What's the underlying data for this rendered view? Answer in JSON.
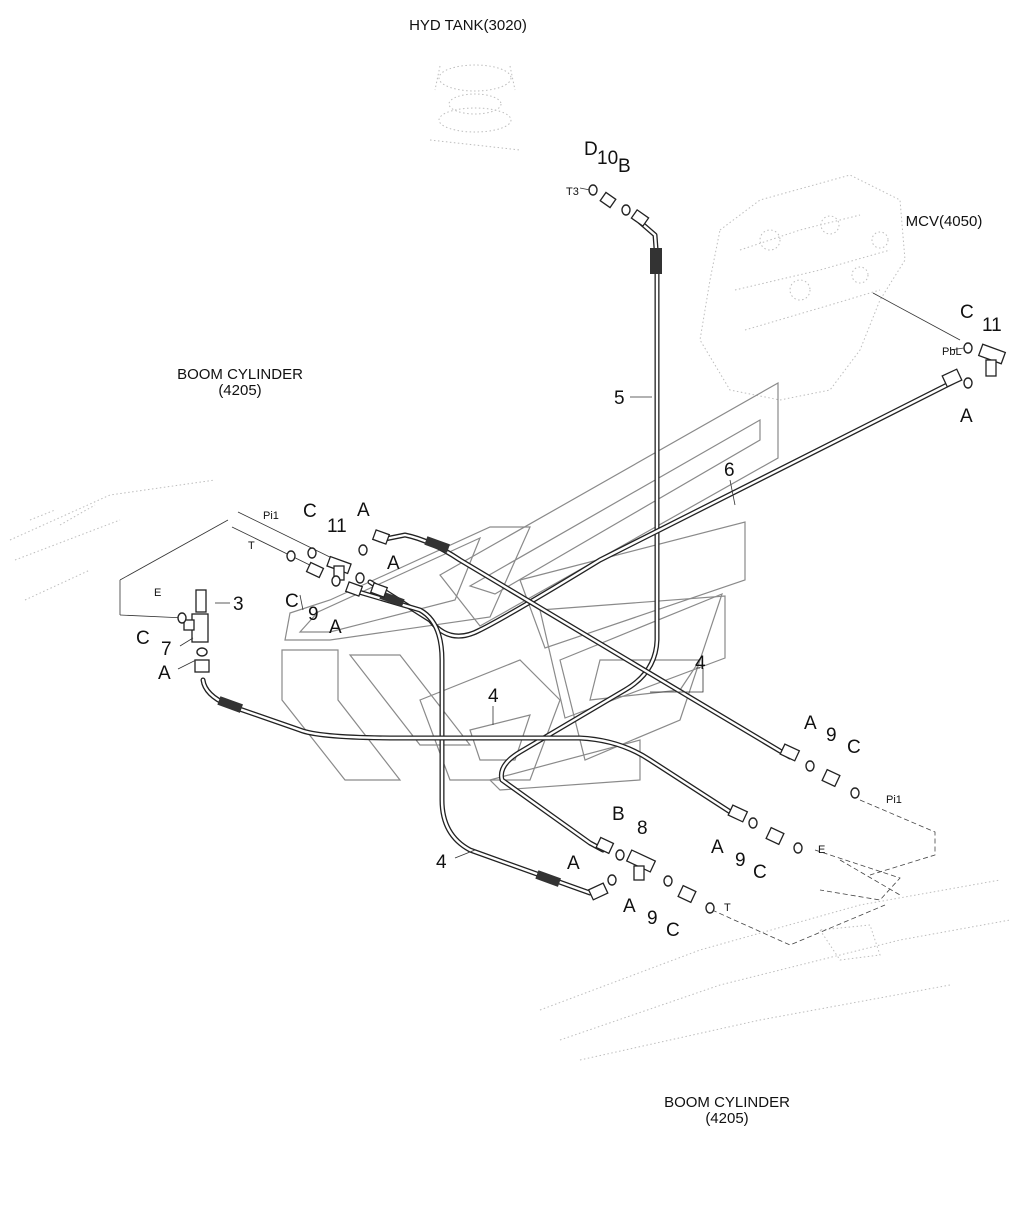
{
  "titles": {
    "hyd_tank": "HYD TANK(3020)",
    "mcv": "MCV(4050)",
    "boom_cyl_left_1": "BOOM CYLINDER",
    "boom_cyl_left_2": "(4205)",
    "boom_cyl_bottom_1": "BOOM CYLINDER",
    "boom_cyl_bottom_2": "(4205)"
  },
  "callouts": {
    "d_top": "D",
    "n10": "10",
    "b_top": "B",
    "c_mcv": "C",
    "n11_mcv": "11",
    "a_mcv": "A",
    "n5": "5",
    "n6": "6",
    "c_mid": "C",
    "n11_mid": "11",
    "a_mid1": "A",
    "a_mid2": "A",
    "c_mid2": "C",
    "n9_mid": "9",
    "a_mid3": "A",
    "n3": "3",
    "c_left": "C",
    "n7": "7",
    "a_left": "A",
    "n4_a": "4",
    "n4_b": "4",
    "n4_c": "4",
    "a_r1": "A",
    "n9_r1": "9",
    "c_r1": "C",
    "b_bot": "B",
    "n8": "8",
    "a_r2": "A",
    "n9_r2": "9",
    "c_r2": "C",
    "a_r3": "A",
    "a_r4": "A",
    "n9_r3": "9",
    "c_r3": "C"
  },
  "ports": {
    "t3": "T3",
    "pbl": "PbL",
    "pi1_left": "Pi1",
    "t_left": "T",
    "e_left": "E",
    "pi1_right": "Pi1",
    "e_right": "E",
    "t_right": "T"
  }
}
